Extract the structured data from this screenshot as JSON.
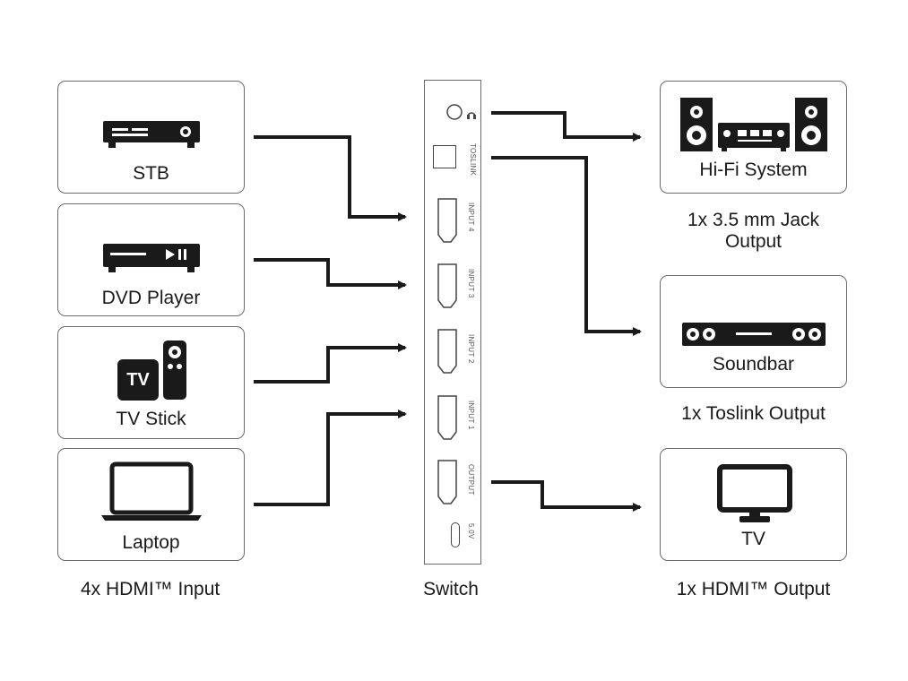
{
  "inputs": {
    "caption": "4x HDMI™ Input",
    "devices": [
      {
        "label": "STB",
        "icon": "set-top-box-icon"
      },
      {
        "label": "DVD Player",
        "icon": "dvd-player-icon"
      },
      {
        "label": "TV Stick",
        "icon": "tv-stick-icon",
        "badge": "TV"
      },
      {
        "label": "Laptop",
        "icon": "laptop-icon"
      }
    ]
  },
  "switch": {
    "caption": "Switch",
    "ports": {
      "toslink": "TOSLINK",
      "input4": "INPUT 4",
      "input3": "INPUT 3",
      "input2": "INPUT 2",
      "input1": "INPUT 1",
      "output": "OUTPUT",
      "power": "5.0V"
    }
  },
  "outputs": {
    "hifi": {
      "label": "Hi-Fi System",
      "caption_line1": "1x 3.5 mm Jack",
      "caption_line2": "Output"
    },
    "soundbar": {
      "label": "Soundbar",
      "caption": "1x Toslink Output"
    },
    "tv": {
      "label": "TV",
      "caption": "1x HDMI™ Output"
    }
  },
  "colors": {
    "line": "#1a1a1a",
    "border": "#6b6b6b",
    "icon": "#1a1a1a"
  }
}
